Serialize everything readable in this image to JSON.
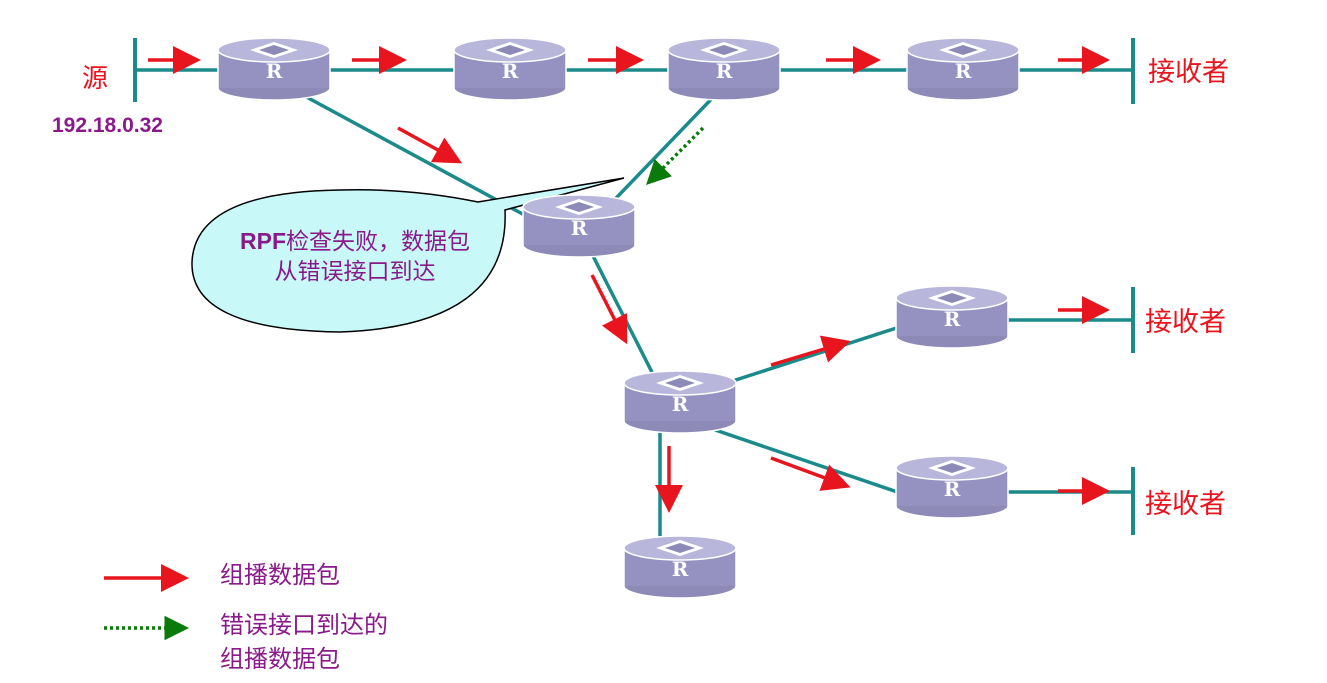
{
  "source": {
    "label": "源",
    "ip": "192.18.0.32"
  },
  "router_label": "R",
  "receivers": [
    "接收者",
    "接收者",
    "接收者"
  ],
  "callout": {
    "rpf": "RPF",
    "line1_rest": "检查失败，数据包",
    "line2": "从错误接口到达"
  },
  "legend": {
    "multicast": "组播数据包",
    "wrong_interface_line1": "错误接口到达的",
    "wrong_interface_line2": "组播数据包"
  },
  "colors": {
    "link": "#1a8a8a",
    "arrow": "#e8141e",
    "wrong_arrow": "#0a7a0a",
    "router": "#9a96c4",
    "callout_fill": "#c8f8f8",
    "text_purple": "#8a1a8a"
  }
}
